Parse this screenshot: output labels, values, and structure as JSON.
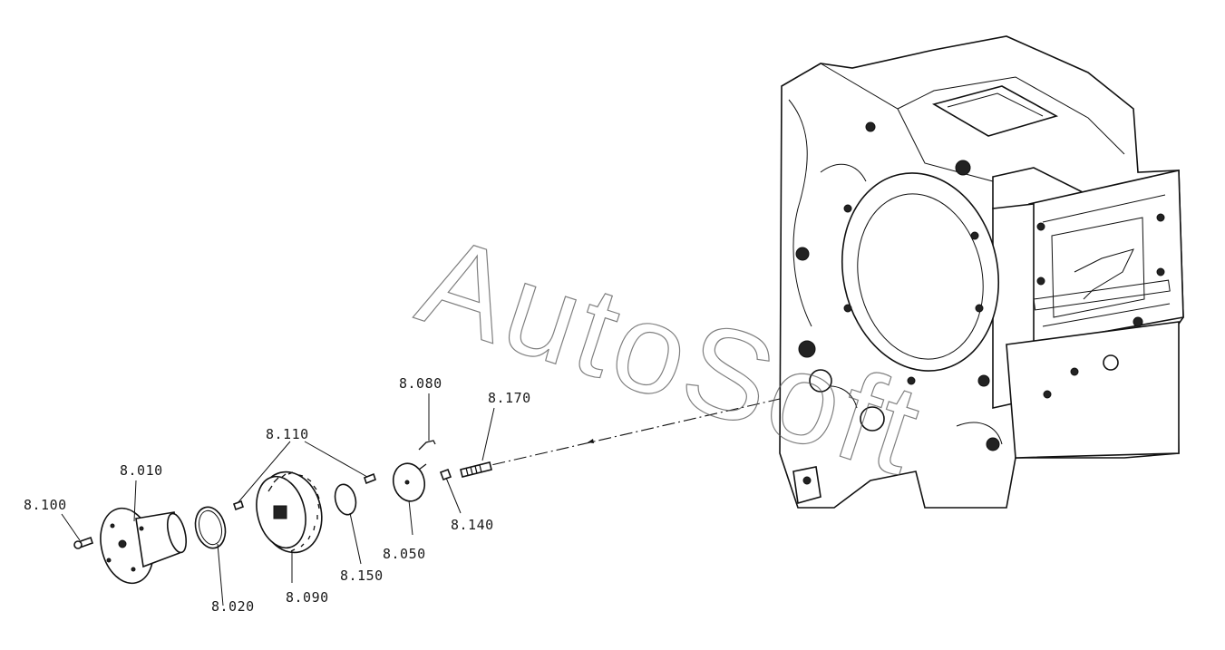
{
  "watermark": "AutoSoft",
  "labels": {
    "p8100": "8.100",
    "p8010": "8.010",
    "p8020": "8.020",
    "p8090": "8.090",
    "p8110": "8.110",
    "p8150": "8.150",
    "p8050": "8.050",
    "p8080": "8.080",
    "p8140": "8.140",
    "p8170": "8.170"
  }
}
